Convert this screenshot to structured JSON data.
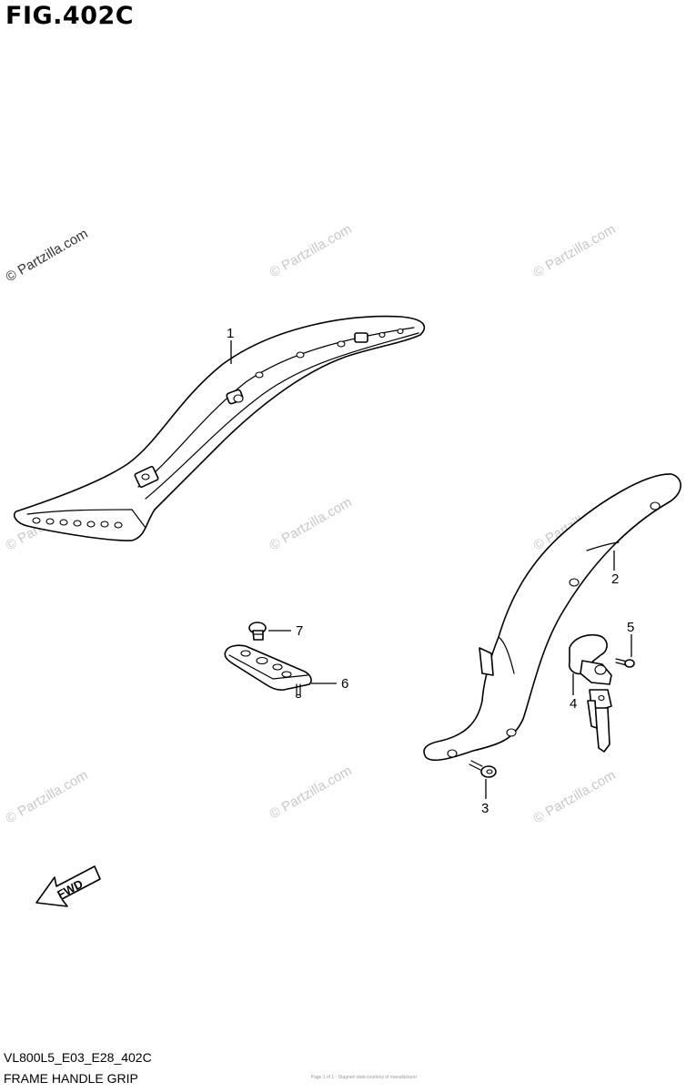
{
  "figure": {
    "title": "FIG.402C",
    "code": "VL800L5_E03_E28_402C",
    "name": "FRAME HANDLE GRIP",
    "footer_note": "Page 1 of 1 · Diagram data courtesy of manufacturer"
  },
  "watermark": {
    "text": "© Partzilla.com",
    "color": "#c8c8c8"
  },
  "callouts": {
    "c1": "1",
    "c2": "2",
    "c3": "3",
    "c4": "4",
    "c5": "5",
    "c6": "6",
    "c7": "7"
  },
  "fwd_arrow": {
    "label": "FWD"
  }
}
